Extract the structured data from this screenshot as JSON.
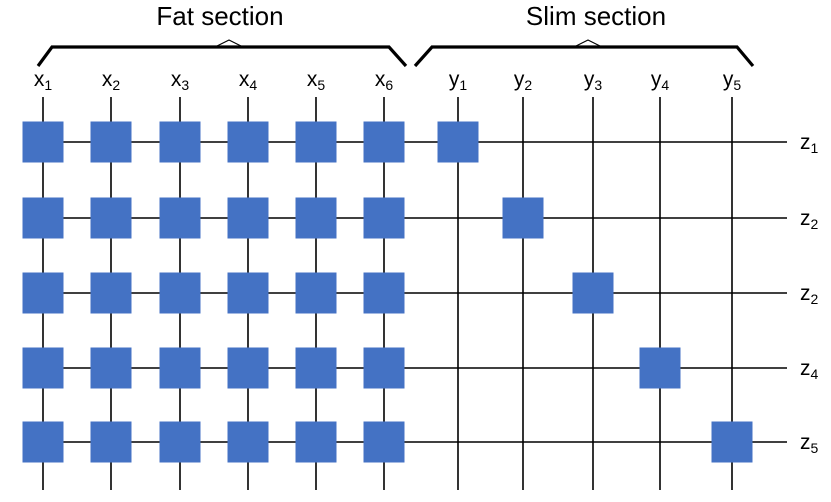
{
  "sections": {
    "fat": {
      "title": "Fat section"
    },
    "slim": {
      "title": "Slim section"
    }
  },
  "columns": {
    "x": [
      {
        "base": "x",
        "sub": "1"
      },
      {
        "base": "x",
        "sub": "2"
      },
      {
        "base": "x",
        "sub": "3"
      },
      {
        "base": "x",
        "sub": "4"
      },
      {
        "base": "x",
        "sub": "5"
      },
      {
        "base": "x",
        "sub": "6"
      }
    ],
    "y": [
      {
        "base": "y",
        "sub": "1"
      },
      {
        "base": "y",
        "sub": "2"
      },
      {
        "base": "y",
        "sub": "3"
      },
      {
        "base": "y",
        "sub": "4"
      },
      {
        "base": "y",
        "sub": "5"
      }
    ]
  },
  "rows": [
    {
      "base": "z",
      "sub": "1"
    },
    {
      "base": "z",
      "sub": "2"
    },
    {
      "base": "z",
      "sub": "2"
    },
    {
      "base": "z",
      "sub": "4"
    },
    {
      "base": "z",
      "sub": "5"
    }
  ],
  "colors": {
    "block": "#4472c4",
    "line": "#000000"
  }
}
